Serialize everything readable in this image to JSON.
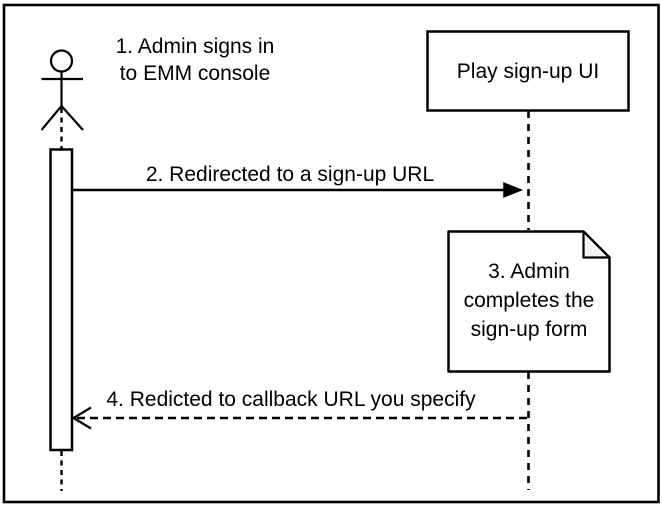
{
  "colors": {
    "ink": "#000000",
    "paper": "#ffffff",
    "fold": "#f2f2f2"
  },
  "actor": {
    "label_lines": [
      "1. Admin signs in",
      "to EMM console"
    ]
  },
  "participant": {
    "label": "Play sign-up UI"
  },
  "messages": [
    {
      "num": "2",
      "label": "2. Redirected to a sign-up URL",
      "line_style": "solid",
      "arrowhead": "filled",
      "direction": "left-to-right"
    },
    {
      "num": "4",
      "label": "4. Redicted to callback URL you specify",
      "line_style": "dashed",
      "arrowhead": "open",
      "direction": "right-to-left"
    }
  ],
  "note": {
    "lines": [
      "3. Admin",
      "completes the",
      "sign-up form"
    ]
  }
}
